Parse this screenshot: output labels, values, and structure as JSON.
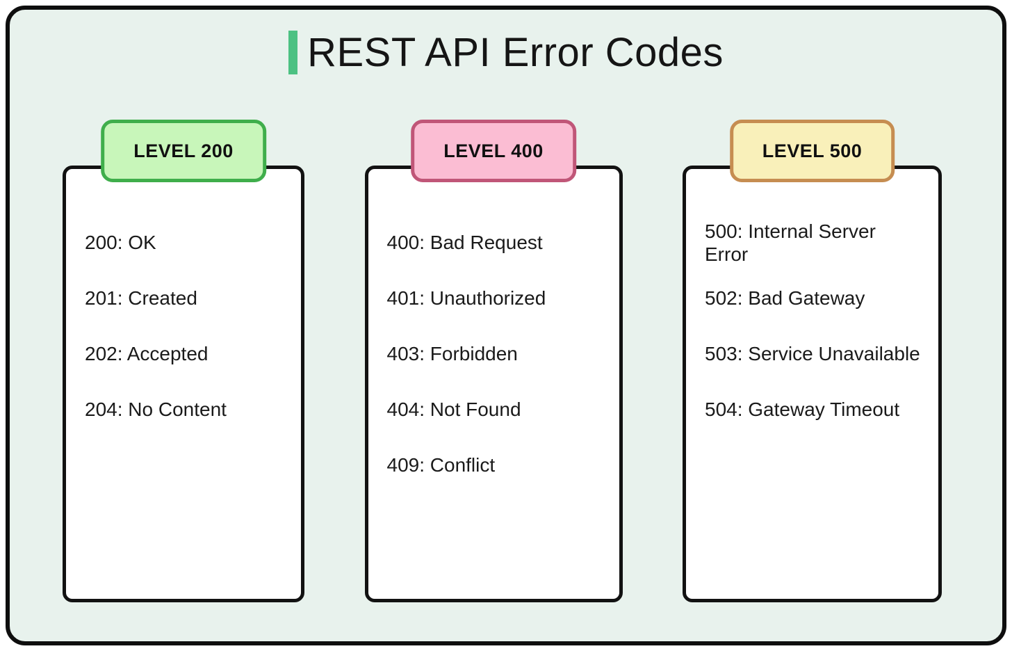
{
  "title": {
    "text": "REST API Error Codes",
    "accent_color": "#4cc182"
  },
  "colors": {
    "page_background": "#ffffff",
    "frame_background": "#e8f2ed",
    "frame_border": "#0e0e0e",
    "card_background": "#ffffff",
    "card_border": "#121212",
    "text": "#1a1a1a"
  },
  "columns": [
    {
      "label": "LEVEL 200",
      "badge_fill": "#c8f6ba",
      "badge_border": "#3fae4b",
      "items": [
        "200: OK",
        "201: Created",
        "202: Accepted",
        "204: No Content"
      ]
    },
    {
      "label": "LEVEL 400",
      "badge_fill": "#fbbdd3",
      "badge_border": "#c05678",
      "items": [
        "400: Bad Request",
        "401: Unauthorized",
        "403: Forbidden",
        "404: Not Found",
        "409: Conflict"
      ]
    },
    {
      "label": "LEVEL 500",
      "badge_fill": "#f9f0ba",
      "badge_border": "#c68d51",
      "items": [
        "500: Internal Server Error",
        "502: Bad Gateway",
        "503: Service Unavailable",
        "504: Gateway Timeout"
      ]
    }
  ]
}
